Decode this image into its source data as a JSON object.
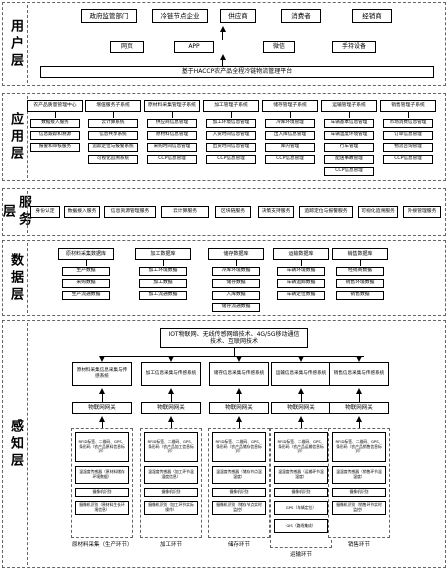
{
  "layers": {
    "user": "用户层",
    "app": "应用层",
    "service": "服务层",
    "data": "数据层",
    "sensing": "感知层"
  },
  "user_layer": {
    "roles": [
      "政府监管部门",
      "冷链节点企业",
      "供应商",
      "消费者",
      "经销商"
    ],
    "terminals": [
      "网页",
      "APP",
      "微信",
      "手持设备"
    ],
    "platform": "基于HACCP农产品全程冷链物流管理平台"
  },
  "app_layer": {
    "columns": [
      {
        "title": "农产品质量管理中心",
        "items": [
          "数据接入服务",
          "信息跟踪和溯源",
          "报警和审核服务"
        ]
      },
      {
        "title": "增值服务子系统",
        "items": [
          "云计算系统",
          "信息共享系统",
          "追踪定位与报警系统",
          "可视化追溯系统"
        ]
      },
      {
        "title": "原材料采集管理子系统",
        "items": [
          "供应商信息管理",
          "原材料信息管理",
          "采购时间信息管理",
          "CCP信息管理"
        ]
      },
      {
        "title": "加工管理子系统",
        "items": [
          "加工环境信息管理",
          "入货时间信息管理",
          "出货时间信息管理",
          "CCP信息管理"
        ]
      },
      {
        "title": "储存管理子系统",
        "items": [
          "冷库环境管理",
          "出入库信息管理",
          "库内管理",
          "CCP信息管理"
        ]
      },
      {
        "title": "运输管理子系统",
        "items": [
          "车辆基本信息管理",
          "车辆温度环境管理",
          "行车管理",
          "配送事故管理",
          "CCP信息管理"
        ]
      },
      {
        "title": "销售管理子系统",
        "items": [
          "市场消费信息管理",
          "订单信息管理",
          "物流咨询管理",
          "CCP信息管理"
        ]
      }
    ]
  },
  "service_layer": {
    "items": [
      "身份认定",
      "数据接入服务",
      "信息资源管理服务",
      "云计算服务",
      "区块链服务",
      "决策支持服务",
      "追踪定位与报警服务",
      "可视化追溯服务",
      "外接管理服务"
    ]
  },
  "data_layer": {
    "columns": [
      {
        "title": "原材料采集数据库",
        "items": [
          "生产数据",
          "采购数据",
          "生产流通数据"
        ]
      },
      {
        "title": "加工数据库",
        "items": [
          "加工环境数据",
          "加工数据",
          "加工流通数据"
        ]
      },
      {
        "title": "储存数据库",
        "items": [
          "冷库环境数据",
          "储存数据",
          "入库数据",
          "储存流通数据"
        ]
      },
      {
        "title": "运输数据库",
        "items": [
          "车辆环境数据",
          "车辆追踪数据",
          "车辆定位数据"
        ]
      },
      {
        "title": "销售数据库",
        "items": [
          "经销商数据",
          "销售环境数据",
          "销售数据"
        ]
      }
    ]
  },
  "sensing_layer": {
    "network": "IOT物联网、无线传感网络技术、4G/5G移动通信技术、互联网技术",
    "columns": [
      {
        "subsystem": "原材料采集信息采集与传感系统",
        "gateway": "物联网网关",
        "devices": [
          "RFID标签、二维码、GPS、条形码（农产品原料信息标识）",
          "温湿度传感器（原材料储存环境数据）",
          "摄像机识别",
          "摄像机识别（原材料生长环境信息）"
        ],
        "node": "原材料采集（生产环节）"
      },
      {
        "subsystem": "加工信息采集与传感系统",
        "gateway": "物联网网关",
        "devices": [
          "RFID标签、二维码、GPS、条形码（农产品加工信息标识）",
          "温湿度传感器（加工环节温湿度信息）",
          "摄像机识别",
          "摄像机识别（加工环节实际操作）"
        ],
        "node": "加工环节"
      },
      {
        "subsystem": "储存信息采集与传感系统",
        "gateway": "物联网网关",
        "devices": [
          "RFID标签、二维码、GPS、条形码（农产品储存信息标识）",
          "温湿度传感器（储存节点温湿度）",
          "摄像机识别",
          "摄像机识别（储存节点实时监控）"
        ],
        "node": "储存环节"
      },
      {
        "subsystem": "运输信息采集与传感系统",
        "gateway": "物联网网关",
        "devices": [
          "RFID标签、二维码、GPS、条形码（农产品运输信息标识）",
          "温湿度传感器（运输环节温湿度）",
          "摄像机识别",
          "GPS（车辆定位）",
          "GIS（路线集成）"
        ],
        "node": "运输环节"
      },
      {
        "subsystem": "销售信息采集与传感系统",
        "gateway": "物联网网关",
        "devices": [
          "RFID标签、二维码、GPS、条形码（农产品销售信息标识）",
          "温湿度传感器（销售环节温湿度）",
          "摄像机识别",
          "摄像机识别（销售环节实时监控）"
        ],
        "node": "销售环节"
      }
    ]
  }
}
